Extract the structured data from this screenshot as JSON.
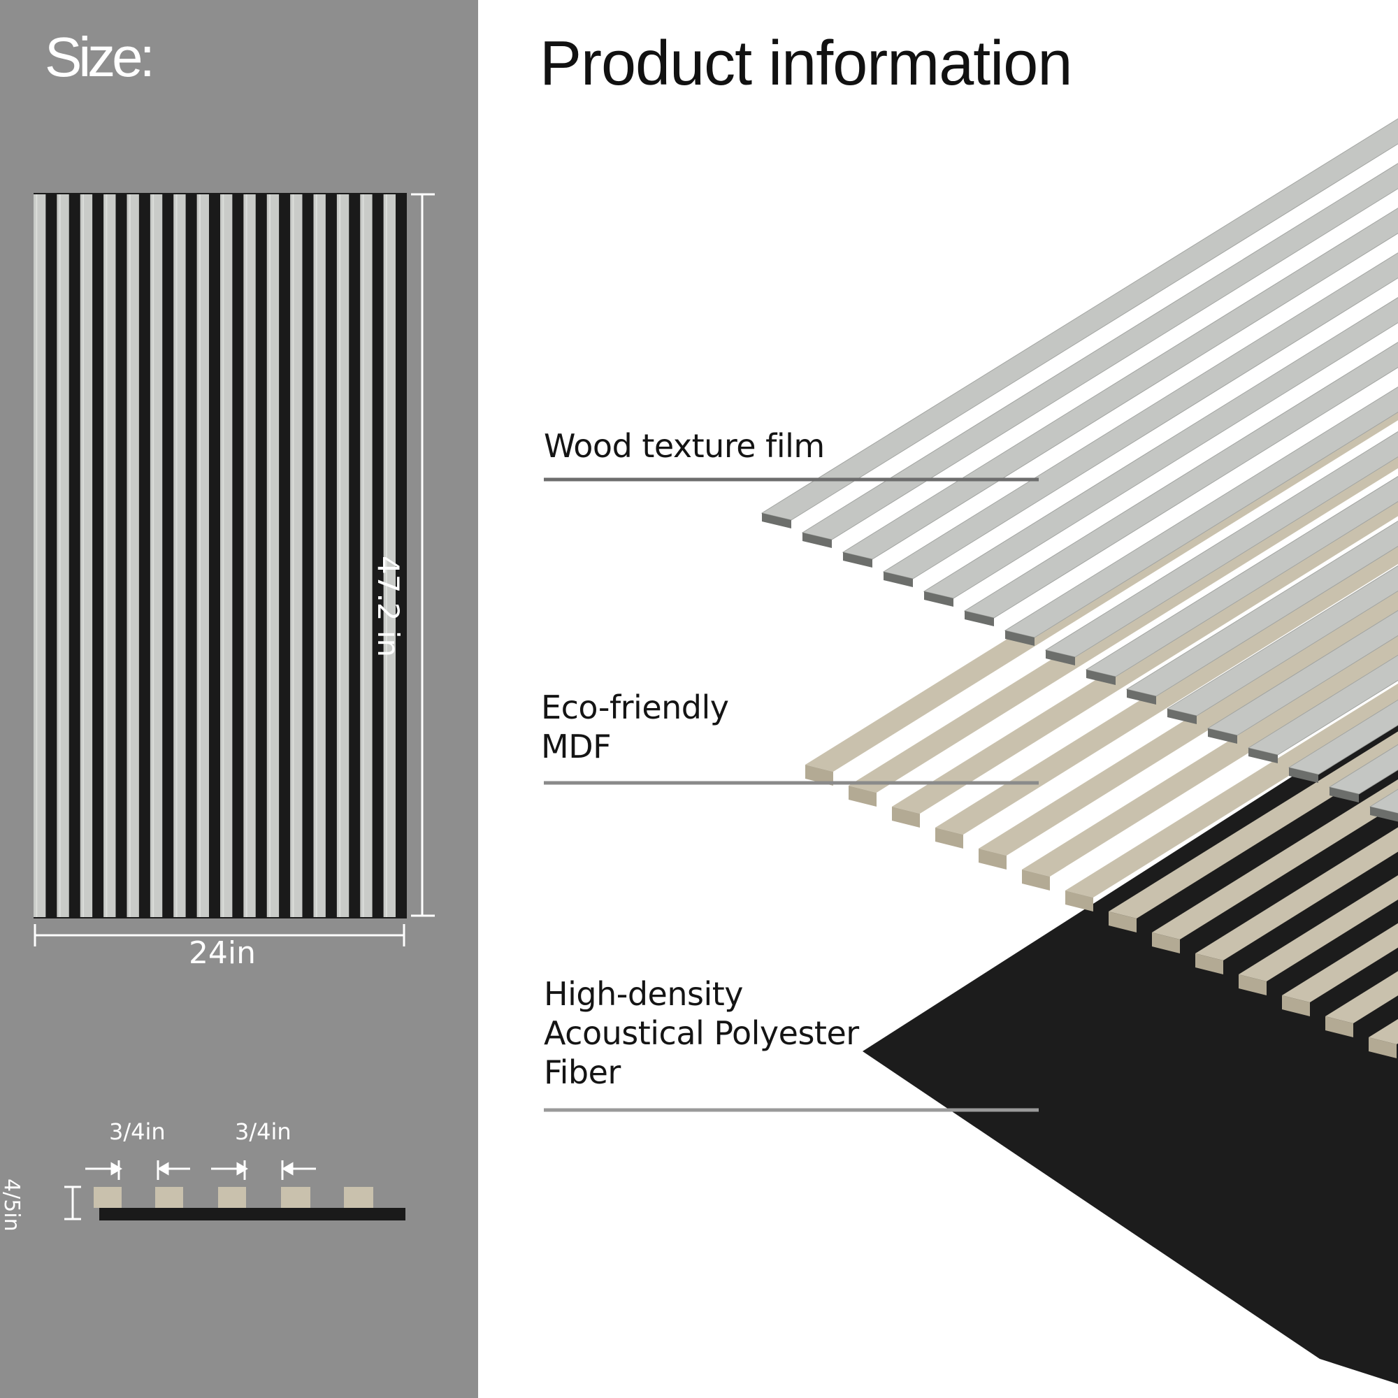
{
  "size_panel": {
    "title": "Size:",
    "width_label": "24in",
    "height_label": "47.2 in",
    "slat_spacing_label_1": "3/4in",
    "slat_spacing_label_2": "3/4in",
    "thickness_label": "4/5in"
  },
  "product_panel": {
    "title": "Product information",
    "layers": [
      {
        "label_lines": [
          "Wood texture film"
        ]
      },
      {
        "label_lines": [
          "Eco-friendly",
          "MDF"
        ]
      },
      {
        "label_lines": [
          "High-density",
          "Acoustical Polyester",
          "Fiber"
        ]
      }
    ]
  },
  "colors": {
    "left_background": "#8e8e8e",
    "felt_black": "#1a1a1a",
    "wood_film_grey": "#c4c6c3",
    "mdf_beige": "#c9c1ad",
    "guide_line_grey": "#888888"
  }
}
